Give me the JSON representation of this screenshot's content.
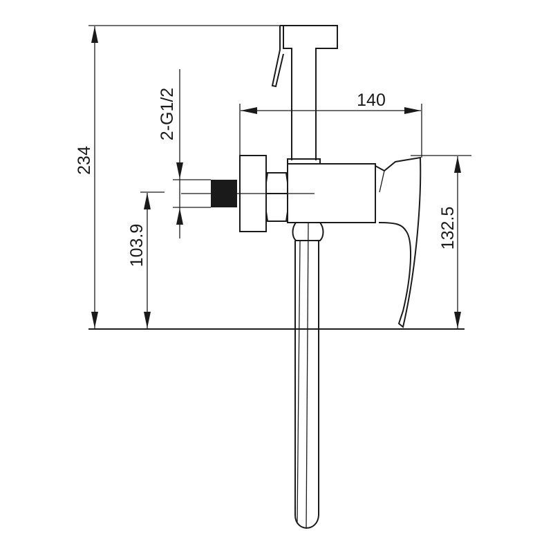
{
  "dimensions": {
    "total_height": "234",
    "inlet_height": "103.9",
    "thread_spec": "2-G1/2",
    "projection_depth": "140",
    "handle_height": "132.5"
  },
  "colors": {
    "line": "#1a1a1a",
    "background": "#ffffff"
  }
}
